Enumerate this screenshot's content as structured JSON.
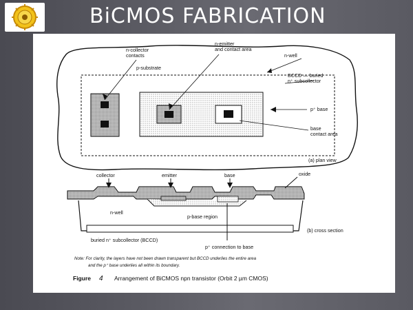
{
  "slide": {
    "title": "BiCMOS FABRICATION",
    "logo_icon": "emblem-seal-icon"
  },
  "plan_view": {
    "labels": {
      "n_collector": [
        "n-collector",
        "contacts"
      ],
      "n_emitter": [
        "n-emitter",
        "and contact area"
      ],
      "n_well": "n-well",
      "p_substrate": "p-substrate",
      "bccd": [
        "BCCD — buried",
        "n⁺ subcollector"
      ],
      "p_base": "p⁺ base",
      "base_contact": [
        "base",
        "contact area"
      ],
      "caption": "(a) plan view"
    }
  },
  "cross_section": {
    "labels": {
      "collector": "collector",
      "emitter": "emitter",
      "base": "base",
      "oxide": "oxide",
      "n_well": "n-well",
      "p_base_region": "p-base region",
      "buried": "buried n⁺ subcollector (BCCD)",
      "p_connection": "p⁺ connection to base",
      "caption": "(b) cross section"
    }
  },
  "note": [
    "Note: For clarity, the layers have not been drawn transparent but BCCD underlies the entire area",
    "and the p⁺ base underlies all within its boundary."
  ],
  "figure_caption": {
    "label": "Figure",
    "number": "4",
    "text": "Arrangement of BiCMOS npn transistor (Orbit 2 µm CMOS)"
  }
}
